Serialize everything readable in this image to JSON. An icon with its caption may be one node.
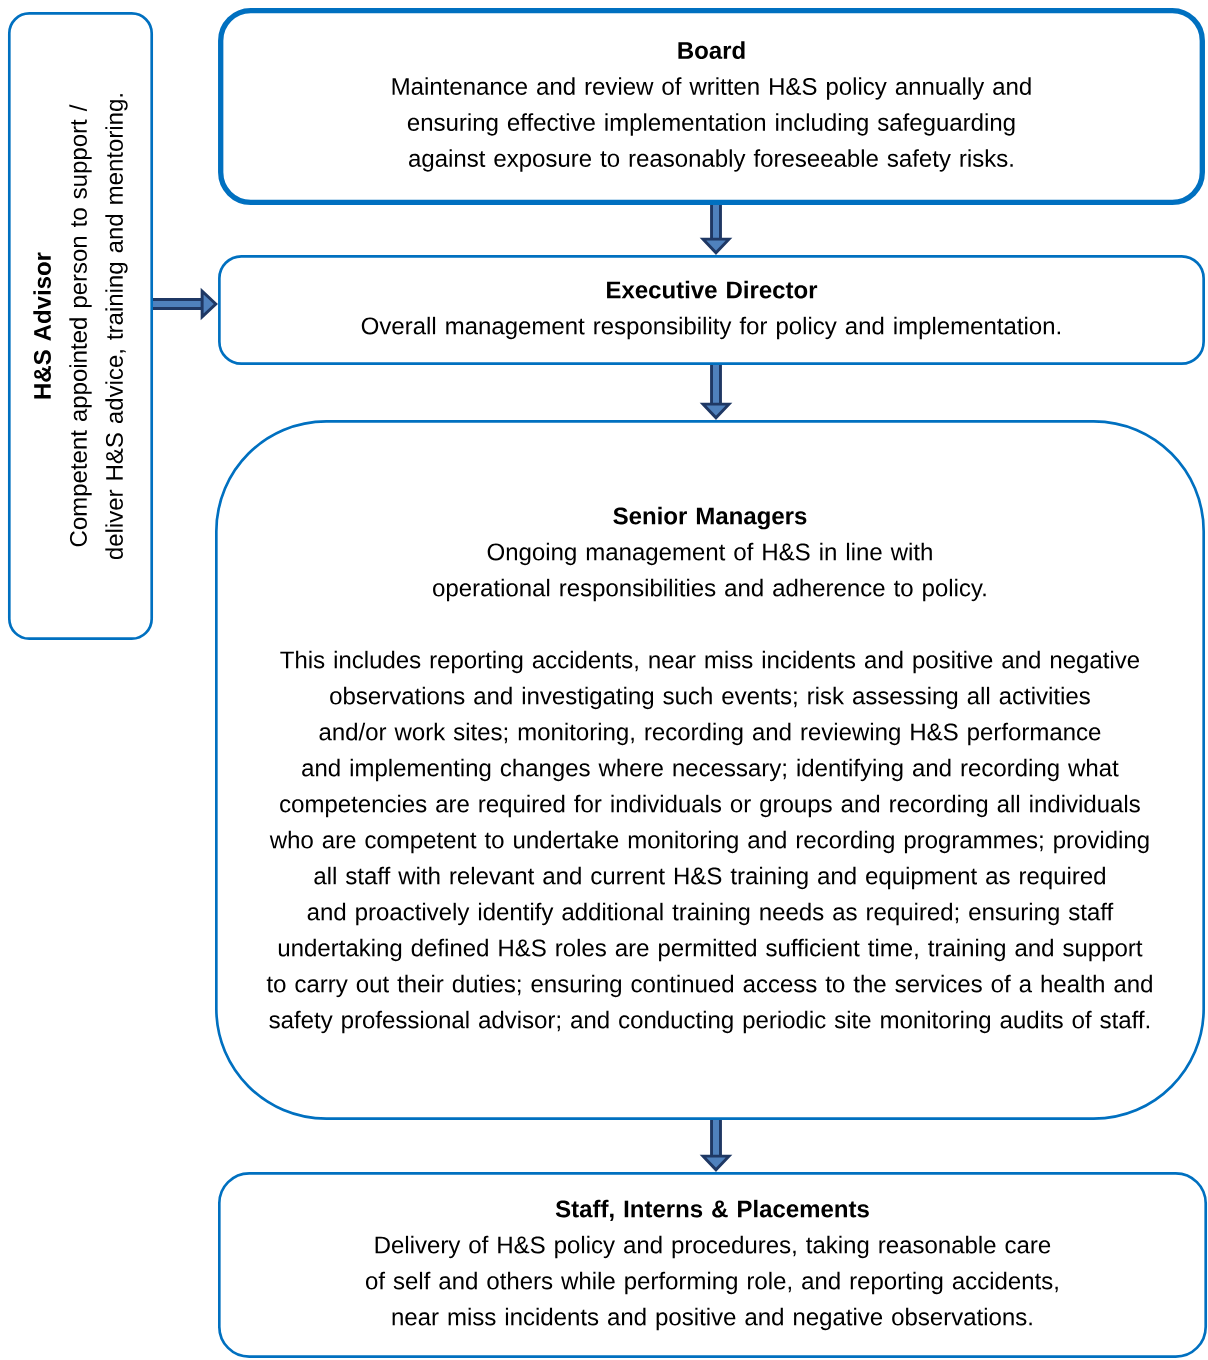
{
  "diagram": {
    "nodes": [
      {
        "text": [
          "Board",
          "Maintenance and review of written H&S policy annually and ensuring effective implementation including safeguarding against exposure to reasonably foreseeable safety risks."
        ]
      },
      {
        "text": [
          "Executive Director",
          "Overall management responsibility for policy and implementation."
        ]
      },
      {
        "text": [
          "Senior Managers",
          "Ongoing management of H&S in line with operational responsibilities and adherence to policy.",
          "This includes reporting accidents, near miss incidents and positive and negative observations and investigating such events; risk assessing all activities and/or work sites; monitoring, recording and reviewing H&S performance and implementing changes where necessary; identifying and recording what competencies are required for individuals or groups and recording all individuals who are competent to undertake monitoring and recording programmes; providing all staff with relevant and current H&S training and equipment as required and proactively identify additional training needs as required; ensuring staff undertaking defined H&S roles are permitted sufficient time, training and support to carry out their duties; ensuring continued access to the services of a health and safety professional advisor; and conducting periodic site monitoring audits of staff."
        ]
      },
      {
        "text": [
          "Staff, Interns & Placements",
          "Delivery of H&S policy and procedures, taking reasonable care of self and others while performing role, and reporting accidents, near miss incidents and positive and negative observations."
        ]
      },
      {
        "text": [
          "H&S Advisor",
          "Competent appointed person to support / deliver H&S advice, training and mentoring."
        ]
      }
    ],
    "edges": [
      {
        "from": 0,
        "to": 1,
        "arrow": "to"
      },
      {
        "from": 1,
        "to": 2,
        "arrow": "to"
      },
      {
        "from": 2,
        "to": 3,
        "arrow": "to"
      },
      {
        "from": 4,
        "to": 1,
        "arrow": "to"
      }
    ]
  }
}
